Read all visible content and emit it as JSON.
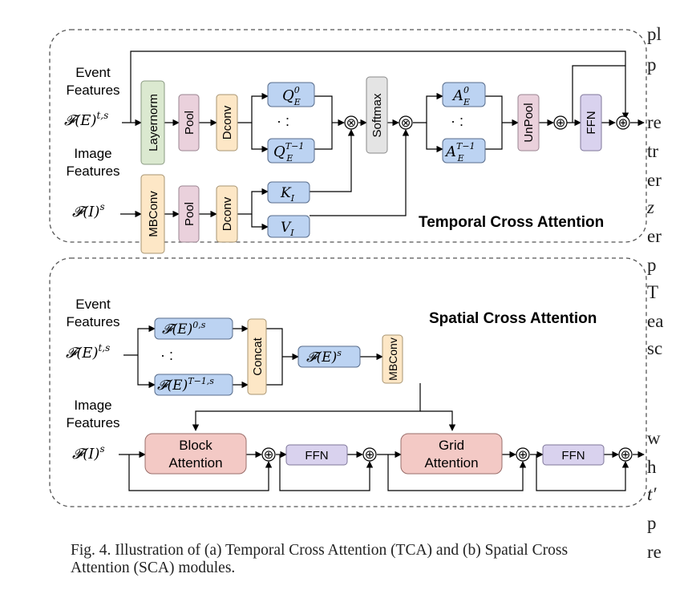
{
  "tca": {
    "title": "Temporal Cross Attention",
    "event_label_1": "Event",
    "event_label_2": "Features",
    "event_input": "𝓕(E)",
    "event_input_sup": "t,s",
    "image_label_1": "Image",
    "image_label_2": "Features",
    "image_input": "𝓕(I)",
    "image_input_sup": "s",
    "layernorm": "Layernorm",
    "pool": "Pool",
    "dconv": "Dconv",
    "mbconv": "MBConv",
    "softmax": "Softmax",
    "unpool": "UnPool",
    "ffn": "FFN",
    "q_base": "Q",
    "q_sub": "E",
    "q_sup_first": "0",
    "q_sup_last": "T−1",
    "a_base": "A",
    "a_sub": "E",
    "a_sup_first": "0",
    "a_sup_last": "T−1",
    "k_base": "K",
    "k_sub": "I",
    "v_base": "V",
    "v_sub": "I",
    "ellipsis": "·   :",
    "otimes": "⊗",
    "oplus": "⊕"
  },
  "sca": {
    "title": "Spatial Cross Attention",
    "event_label_1": "Event",
    "event_label_2": "Features",
    "event_input": "𝓕(E)",
    "event_input_sup": "t,s",
    "image_label_1": "Image",
    "image_label_2": "Features",
    "image_input": "𝓕(I)",
    "image_input_sup": "s",
    "f_first": "𝓕(E)",
    "f_first_sup": "0,s",
    "f_last": "𝓕(E)",
    "f_last_sup": "T−1,s",
    "concat": "Concat",
    "f_out": "𝓕(E)",
    "f_out_sup": "s",
    "mbconv": "MBConv",
    "block_1": "Block",
    "block_2": "Attention",
    "grid_1": "Grid",
    "grid_2": "Attention",
    "ffn": "FFN",
    "ellipsis": "·   :",
    "oplus": "⊕"
  },
  "caption": "Fig. 4.  Illustration of (a) Temporal Cross Attention (TCA) and (b) Spatial Cross Attention (SCA) modules.",
  "side_text": {
    "lines": [
      "pl",
      "p",
      "re",
      "tr",
      "er",
      "z",
      "er",
      "p",
      "T",
      "ea",
      "sc",
      "w",
      "h",
      "t′",
      "p",
      "re"
    ]
  },
  "colors": {
    "green": "#dbe9d0",
    "pink": "#ead1dc",
    "orange": "#fde7c6",
    "gray": "#e4e4e4",
    "blue": "#bcd3f2",
    "purple": "#d9d2ee",
    "red": "#f3c9c5"
  }
}
